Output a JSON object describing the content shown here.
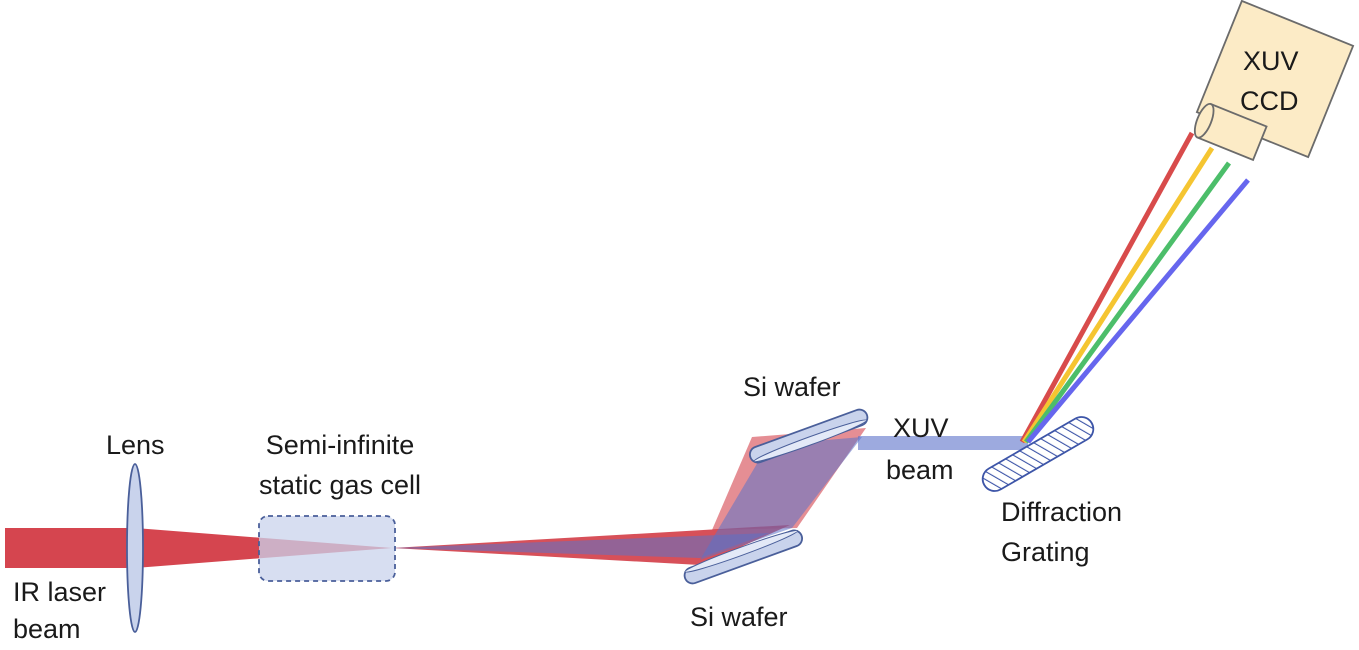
{
  "labels": {
    "lens": "Lens",
    "gas_cell_line1": "Semi-infinite",
    "gas_cell_line2": "static gas cell",
    "ir_line1": "IR laser",
    "ir_line2": "beam",
    "si_wafer_top": "Si wafer",
    "si_wafer_bottom": "Si wafer",
    "xuv_beam_line1": "XUV",
    "xuv_beam_line2": "beam",
    "grating_line1": "Diffraction",
    "grating_line2": "Grating",
    "ccd_line1": "XUV",
    "ccd_line2": "CCD"
  },
  "colors": {
    "ir_beam": "#d0313c",
    "xuv_beam": "#5b72c9",
    "optics_fill": "#c9d3ec",
    "optics_stroke": "#4a5f9a",
    "ccd_fill": "#fcebc6",
    "ccd_stroke": "#6b6b6b",
    "spectrum": [
      "#d84b4b",
      "#f5c531",
      "#4cbe6a",
      "#6666ee"
    ]
  }
}
